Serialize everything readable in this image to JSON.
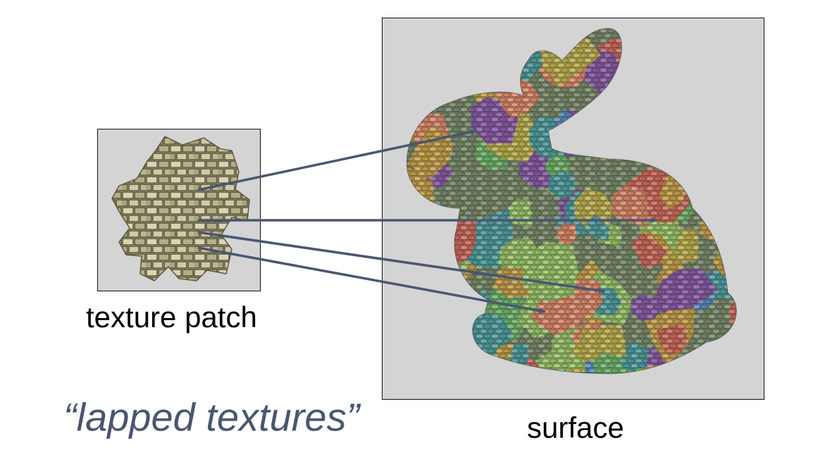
{
  "labels": {
    "texture_patch": "texture patch",
    "surface": "surface",
    "caption": "“lapped textures”"
  },
  "colors": {
    "panel_background": "#d4d4d4",
    "arrow": "#4a5670",
    "caption": "#4a5670",
    "stone": "#b9b58c",
    "patch_palette": [
      "#c9a24a",
      "#6fb66a",
      "#4f9fa0",
      "#d06a5a",
      "#8a5aa6",
      "#c0b24e",
      "#5a8dc4",
      "#e08a6a",
      "#9cc86a"
    ]
  },
  "icons": {
    "texture_patch_image": "stone-texture-patch",
    "surface_image": "stanford-bunny-lapped-texture"
  }
}
